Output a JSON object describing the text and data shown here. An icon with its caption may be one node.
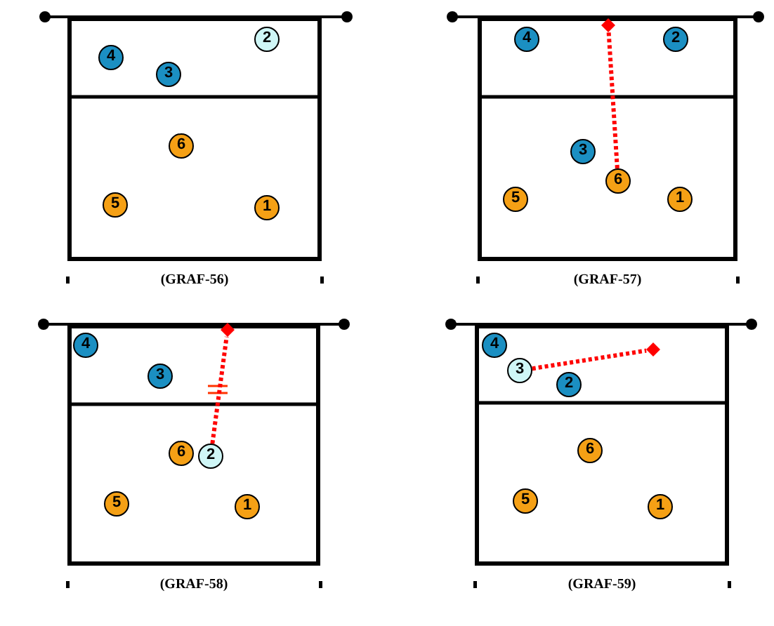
{
  "diagram": {
    "nodes": [
      {
        "text": [
          "(GRAF-56)"
        ]
      },
      {
        "text": [
          "2"
        ],
        "in": 0
      },
      {
        "text": [
          "4"
        ],
        "in": 0
      },
      {
        "text": [
          "3"
        ],
        "in": 0
      },
      {
        "text": [
          "6"
        ],
        "in": 0
      },
      {
        "text": [
          "5"
        ],
        "in": 0
      },
      {
        "text": [
          "1"
        ],
        "in": 0
      },
      {
        "text": [
          "(GRAF-57)"
        ]
      },
      {
        "text": [],
        "shape": "diamond",
        "in": 7
      },
      {
        "text": [
          "4"
        ],
        "in": 7
      },
      {
        "text": [
          "2"
        ],
        "in": 7
      },
      {
        "text": [
          "3"
        ],
        "in": 7
      },
      {
        "text": [
          "6"
        ],
        "in": 7
      },
      {
        "text": [
          "5"
        ],
        "in": 7
      },
      {
        "text": [
          "1"
        ],
        "in": 7
      },
      {
        "text": [
          "(GRAF-58)"
        ]
      },
      {
        "text": [],
        "shape": "diamond",
        "in": 15
      },
      {
        "text": [
          "4"
        ],
        "in": 15
      },
      {
        "text": [
          "3"
        ],
        "in": 15
      },
      {
        "text": [
          "6"
        ],
        "in": 15
      },
      {
        "text": [
          "2"
        ],
        "in": 15
      },
      {
        "text": [
          "5"
        ],
        "in": 15
      },
      {
        "text": [
          "1"
        ],
        "in": 15
      },
      {
        "text": [
          "(GRAF-59)"
        ]
      },
      {
        "text": [
          "4"
        ],
        "in": 23
      },
      {
        "text": [],
        "shape": "diamond",
        "in": 23
      },
      {
        "text": [
          "3"
        ],
        "in": 23
      },
      {
        "text": [
          "2"
        ],
        "in": 23
      },
      {
        "text": [
          "6"
        ],
        "in": 23
      },
      {
        "text": [
          "5"
        ],
        "in": 23
      },
      {
        "text": [
          "1"
        ],
        "in": 23
      }
    ],
    "edges": [
      {
        "from": 12,
        "to": 8,
        "arrow": "none",
        "style": "dashed",
        "color": "#ff0000"
      },
      {
        "from": 20,
        "to": 16,
        "arrow": "none",
        "style": "dashed",
        "color": "#ff0000"
      },
      {
        "from": 26,
        "to": 25,
        "arrow": "none",
        "style": "dashed",
        "color": "#ff0000"
      }
    ]
  }
}
